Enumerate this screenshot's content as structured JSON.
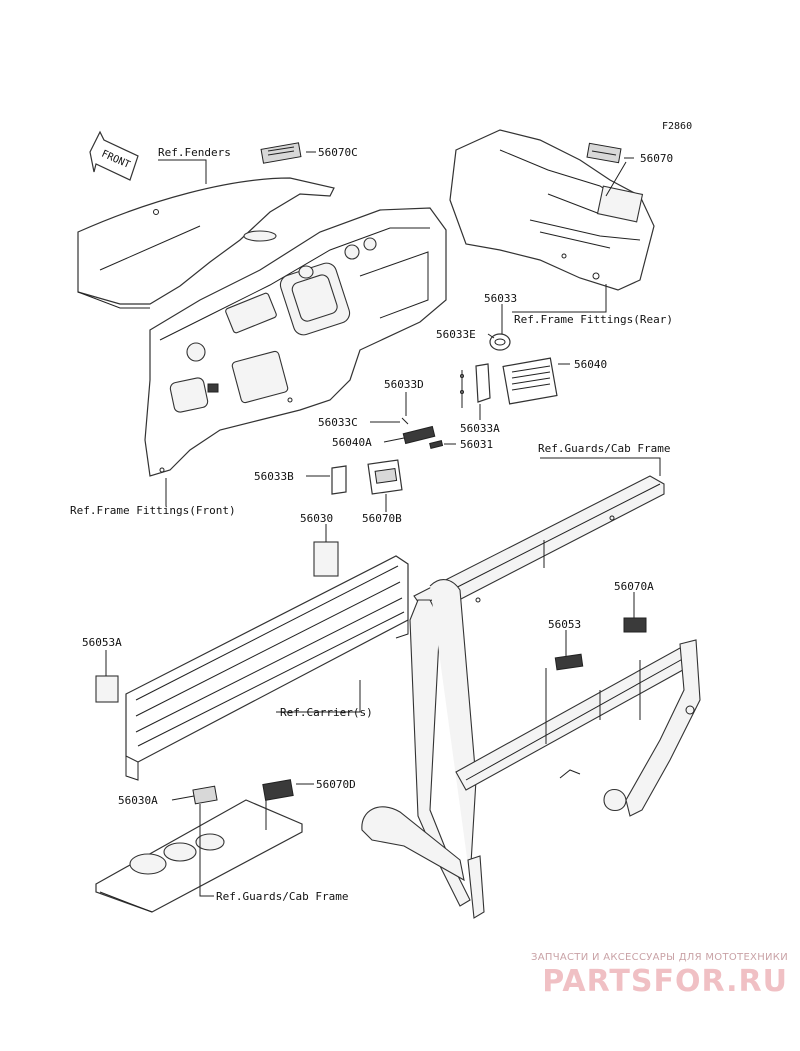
{
  "diagram": {
    "figure_code": "F2860",
    "front_arrow": "FRONT",
    "part_numbers": {
      "p56070C": "56070C",
      "p56070": "56070",
      "p56033": "56033",
      "p56033E": "56033E",
      "p56040": "56040",
      "p56033D": "56033D",
      "p56033C": "56033C",
      "p56033A": "56033A",
      "p56040A": "56040A",
      "p56031": "56031",
      "p56033B": "56033B",
      "p56070B": "56070B",
      "p56030": "56030",
      "p56053A": "56053A",
      "p56070A": "56070A",
      "p56053": "56053",
      "p56030A": "56030A",
      "p56070D": "56070D"
    },
    "references": {
      "fenders": "Ref.Fenders",
      "frame_rear": "Ref.Frame Fittings(Rear)",
      "guards_top": "Ref.Guards/Cab Frame",
      "frame_front": "Ref.Frame Fittings(Front)",
      "carrier": "Ref.Carrier(s)",
      "guards_bottom": "Ref.Guards/Cab Frame"
    }
  },
  "watermark": {
    "caption": "ЗАПЧАСТИ И АКСЕССУАРЫ ДЛЯ МОТОТЕХНИКИ",
    "logo": "PARTSFOR.RU"
  }
}
